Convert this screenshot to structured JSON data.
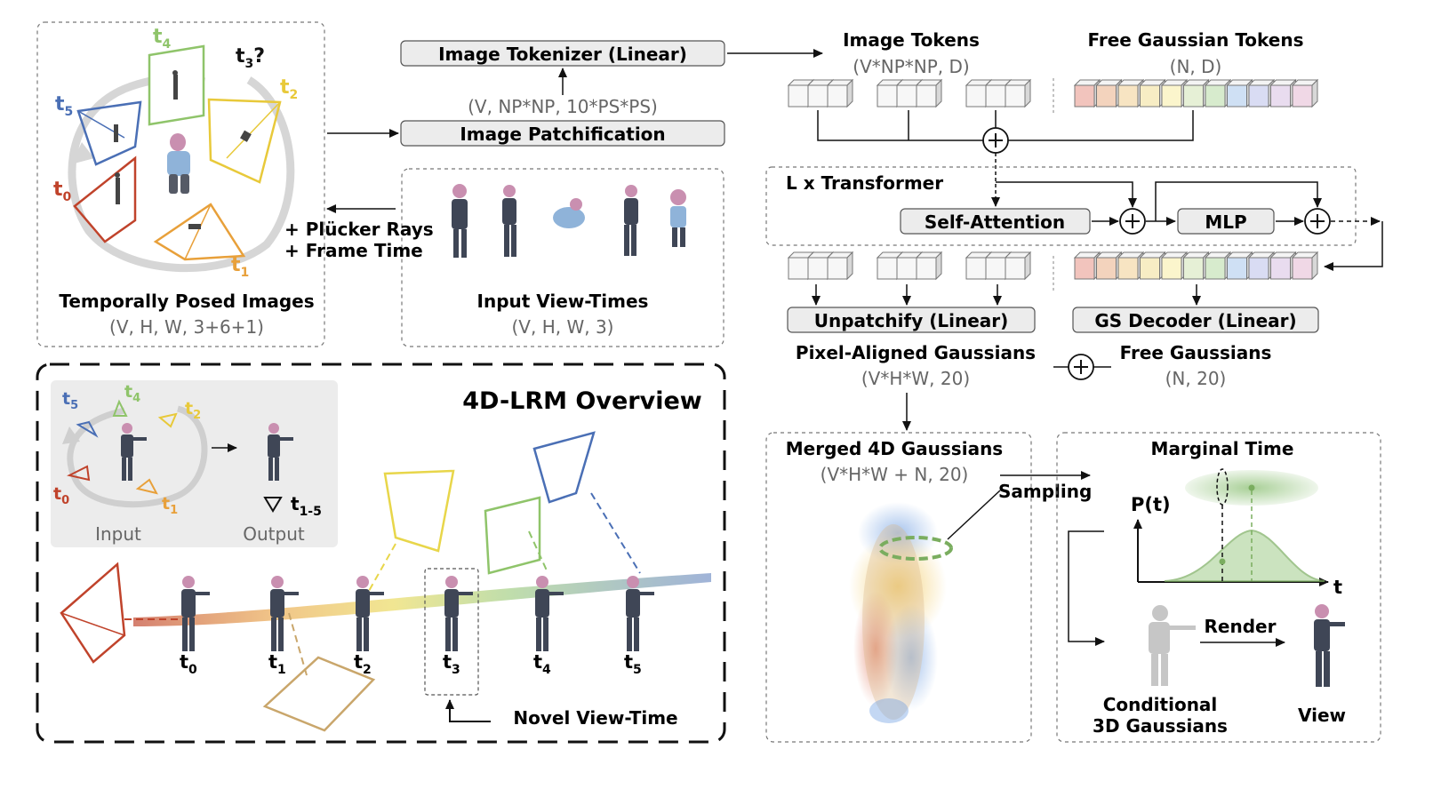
{
  "labels": {
    "image_tokenizer": "Image Tokenizer (Linear)",
    "patch_shape": "(V, NP*NP, 10*PS*PS)",
    "image_patchification": "Image Patchification",
    "image_tokens": "Image Tokens",
    "image_tokens_shape": "(V*NP*NP, D)",
    "free_gaussian_tokens": "Free Gaussian Tokens",
    "free_gaussian_tokens_shape": "(N, D)",
    "transformer": "L x Transformer",
    "self_attention": "Self-Attention",
    "mlp": "MLP",
    "unpatchify": "Unpatchify (Linear)",
    "gs_decoder": "GS Decoder (Linear)",
    "pixel_aligned": "Pixel-Aligned Gaussians",
    "pixel_aligned_shape": "(V*H*W, 20)",
    "free_gaussians": "Free Gaussians",
    "free_gaussians_shape": "(N, 20)",
    "posed_images": "Temporally Posed Images",
    "posed_images_shape": "(V, H, W, 3+6+1)",
    "plucker_rays": "+ Plücker Rays",
    "frame_time": "+ Frame Time",
    "input_view_times": "Input View-Times",
    "input_view_times_shape": "(V, H, W, 3)",
    "overview_title": "4D-LRM Overview",
    "input": "Input",
    "output": "Output",
    "novel_view_time": "Novel View-Time",
    "merged": "Merged 4D Gaussians",
    "merged_shape": "(V*H*W + N, 20)",
    "sampling": "Sampling",
    "marginal_time": "Marginal Time",
    "p_t": "P(t)",
    "t_axis": "t",
    "render": "Render",
    "conditional_line1": "Conditional",
    "conditional_line2": "3D Gaussians",
    "view": "View",
    "t3_question": "?"
  },
  "time_labels": {
    "base": "t",
    "subs": [
      "0",
      "1",
      "2",
      "3",
      "4",
      "5"
    ],
    "output_sub": "1-5"
  },
  "colors": {
    "t0": "#c0432b",
    "t1": "#e8a03a",
    "t2": "#e8c93a",
    "t4": "#8fc46a",
    "t5": "#4a6fb5",
    "t3_ghost": "#c9a66b",
    "free_token_palette": [
      "#f2c4bd",
      "#f3d3bd",
      "#f7e4c2",
      "#f7edc4",
      "#fbf5cc",
      "#e6f0d6",
      "#d7ebcd",
      "#cfe0f4",
      "#d9dcf3",
      "#e9dcef",
      "#f0d8e6"
    ],
    "gaussian_green": "#93c47d"
  }
}
